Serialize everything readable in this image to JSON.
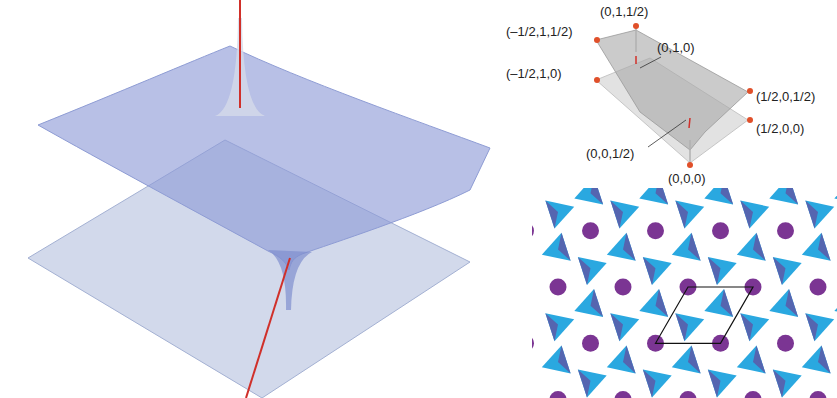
{
  "diagram": {
    "labels": [
      "(0,1,1/2)",
      "(–1/2,1,1/2)",
      "(0,1,0)",
      "(1/2,0,1/2)",
      "(–1/2,1,0)",
      "(1/2,0,0)",
      "(0,0,1/2)",
      "(0,0,0)"
    ]
  }
}
